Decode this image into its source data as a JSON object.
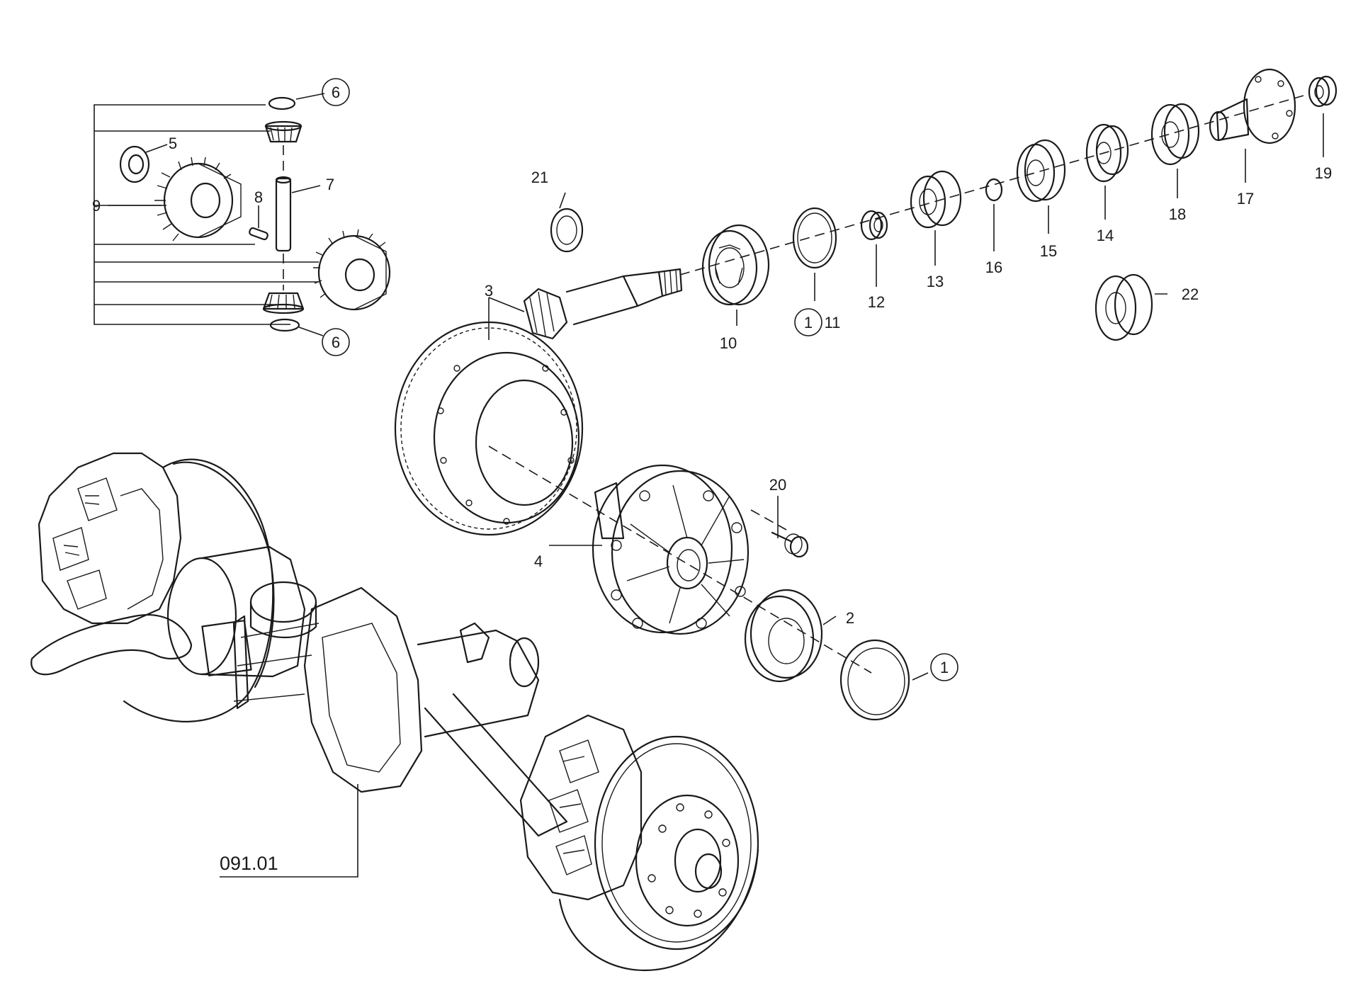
{
  "callouts": {
    "c1a": "1",
    "c1b": "1",
    "c2": "2",
    "c3": "3",
    "c4": "4",
    "c5": "5",
    "c6a": "6",
    "c6b": "6",
    "c7": "7",
    "c8": "8",
    "c9": "9",
    "c10": "10",
    "c11": "11",
    "c12": "12",
    "c13": "13",
    "c14": "14",
    "c15": "15",
    "c16": "16",
    "c17": "17",
    "c18": "18",
    "c19": "19",
    "c20": "20",
    "c21": "21",
    "c22": "22"
  },
  "reference": "091.01"
}
